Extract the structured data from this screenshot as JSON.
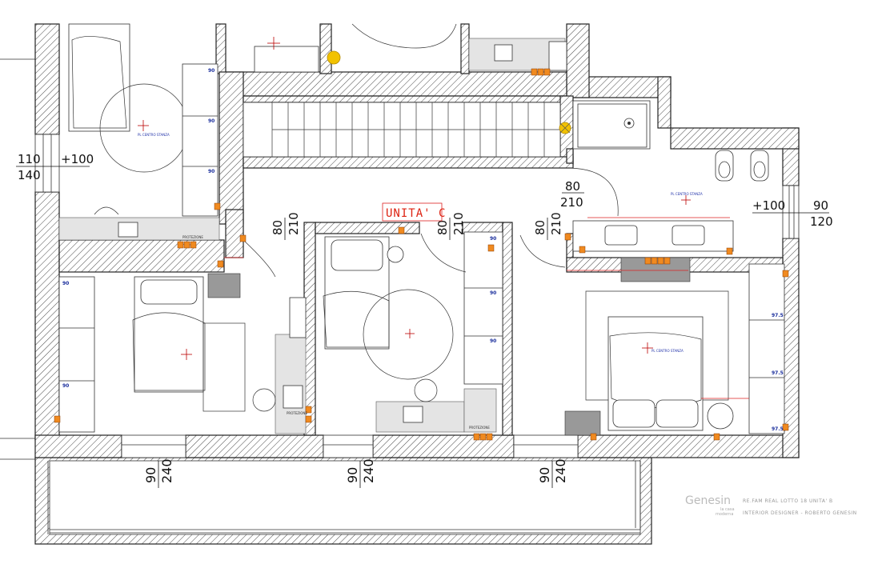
{
  "unit_label": "UNITA' C",
  "dimensions": {
    "left_window_top": "110",
    "left_window_bottom": "140",
    "left_sill": "+100",
    "right_window_top": "90",
    "right_window_bottom": "120",
    "right_sill": "+100",
    "bath_door_top": "80",
    "bath_door_bottom": "210",
    "door1_w": "80",
    "door1_h": "210",
    "door2_w": "80",
    "door2_h": "210",
    "door3_w": "80",
    "door3_h": "210",
    "win1_w": "90",
    "win1_h": "240",
    "win2_w": "90",
    "win2_h": "240",
    "win3_w": "90",
    "win3_h": "240"
  },
  "wardrobe_labels": {
    "w1": "90",
    "w2": "90",
    "w3": "90",
    "w4": "90",
    "w5": "90",
    "w6": "90",
    "w7": "90",
    "w8": "90",
    "w9": "97.5",
    "w10": "97.5",
    "w11": "97.5"
  },
  "room_labels": {
    "pl_top_left": "PL CENTRO STANZA",
    "pl_bath": "PL CENTRO STANZA",
    "pl_master": "PL CENTRO STANZA"
  },
  "tech_labels": {
    "protezione_1": "PROTEZIONE",
    "protezione_2": "PROTEZIONE",
    "protezione_3": "PROTEZIONE"
  },
  "logo": {
    "brand": "Genesin",
    "sub1": "la casa",
    "sub2": "moderna"
  },
  "credit": {
    "line1": "RE.FAM REAL LOTTO 18 UNITA' B",
    "line2": "INTERIOR DESIGNER - ROBERTO GENESIN"
  },
  "colors": {
    "wall_hatch": "#222222",
    "dimension_red": "#dd2222",
    "outlet_orange": "#f08a20",
    "label_blue": "#1a2e9c",
    "fixture_yellow": "#f2c200"
  }
}
